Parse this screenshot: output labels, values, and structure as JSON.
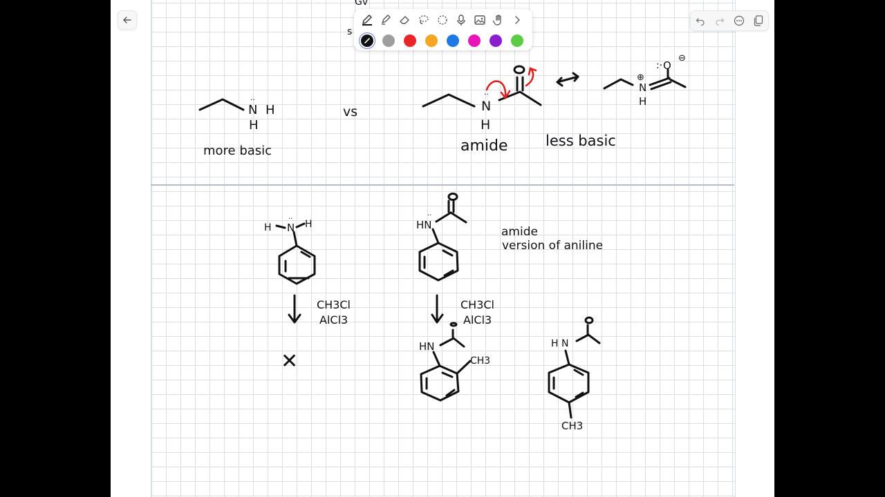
{
  "app": {
    "title": "Handwritten chemistry notes"
  },
  "toolbar": {
    "tools": [
      "pen-icon",
      "highlighter-icon",
      "eraser-icon",
      "lasso-icon",
      "shape-icon",
      "microphone-icon",
      "image-icon",
      "hand-icon",
      "chevron-right-icon"
    ],
    "colors": [
      "#111111",
      "#9e9e9e",
      "#e8262a",
      "#f5a623",
      "#1e78e6",
      "#e815b8",
      "#8a1fd0",
      "#5ccb45"
    ]
  },
  "canvas": {
    "top": {
      "amine_atoms": {
        "N": "N",
        "H": "H",
        "H2": "H",
        "lone_pair": "··"
      },
      "more_basic": "more basic",
      "vs": "vs",
      "amide_atoms": {
        "N": "N",
        "H": "H",
        "O": "O",
        "lone_pair": "··"
      },
      "amide_label": "amide",
      "less_basic": "less basic",
      "resonance_atoms": {
        "O": "O",
        "O_charge": "⊖",
        "N": "N",
        "N_charge": "⊕",
        "H": "H",
        "lone_pairs": ":·"
      },
      "partial_top": "Gv",
      "partial_side": "s"
    },
    "bottom": {
      "aniline_atoms": {
        "H_left": "H",
        "N": "N",
        "H_right": "H",
        "lone_pair": "··"
      },
      "acetanilide_atoms": {
        "HN": "HN",
        "O": "O",
        "lone_pair": "··"
      },
      "note_line1": "amide",
      "note_line2": "version of aniline",
      "reagent_left_1": "CH3Cl",
      "reagent_left_2": "AlCl3",
      "reagent_right_1": "CH3Cl",
      "reagent_right_2": "AlCl3",
      "no_reaction": "✕",
      "ortho_atoms": {
        "HN": "HN",
        "O": "O",
        "CH3": "CH3"
      },
      "para_atoms": {
        "HN": "H N",
        "O": "O",
        "CH3": "CH3"
      }
    }
  }
}
